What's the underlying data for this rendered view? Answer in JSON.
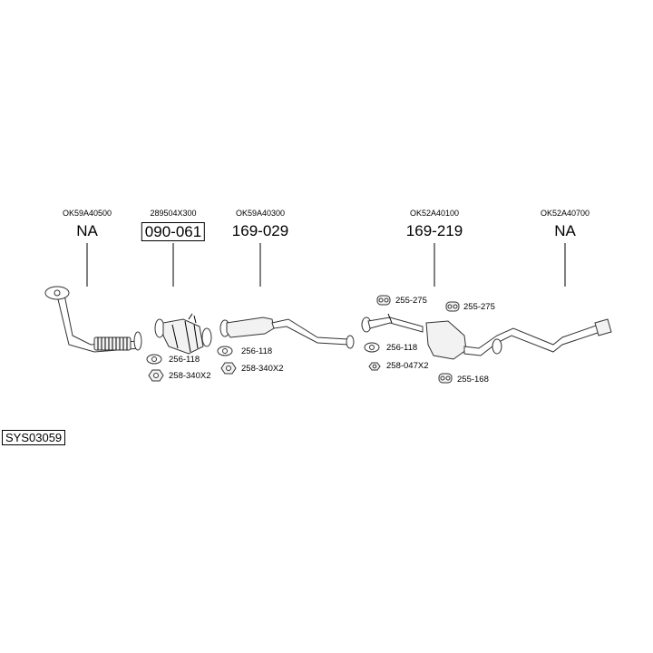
{
  "system_code": "SYS03059",
  "columns": [
    {
      "oem": "OK59A40500",
      "part": "NA",
      "boxed": false
    },
    {
      "oem": "289504X300",
      "part": "090-061",
      "boxed": true
    },
    {
      "oem": "OK59A40300",
      "part": "169-029",
      "boxed": false
    },
    {
      "oem": "OK52A40100",
      "part": "169-219",
      "boxed": false
    },
    {
      "oem": "OK52A40700",
      "part": "NA",
      "boxed": false
    }
  ],
  "accessories": [
    {
      "label": "256-118",
      "icon": "gasket-icon"
    },
    {
      "label": "258-340X2",
      "icon": "nut-icon"
    },
    {
      "label": "256-118",
      "icon": "gasket-icon"
    },
    {
      "label": "258-340X2",
      "icon": "nut-icon"
    },
    {
      "label": "255-275",
      "icon": "rubber-mount-icon"
    },
    {
      "label": "255-275",
      "icon": "rubber-mount-icon"
    },
    {
      "label": "256-118",
      "icon": "gasket-icon"
    },
    {
      "label": "258-047X2",
      "icon": "nut-icon"
    },
    {
      "label": "255-168",
      "icon": "rubber-mount-icon"
    }
  ]
}
